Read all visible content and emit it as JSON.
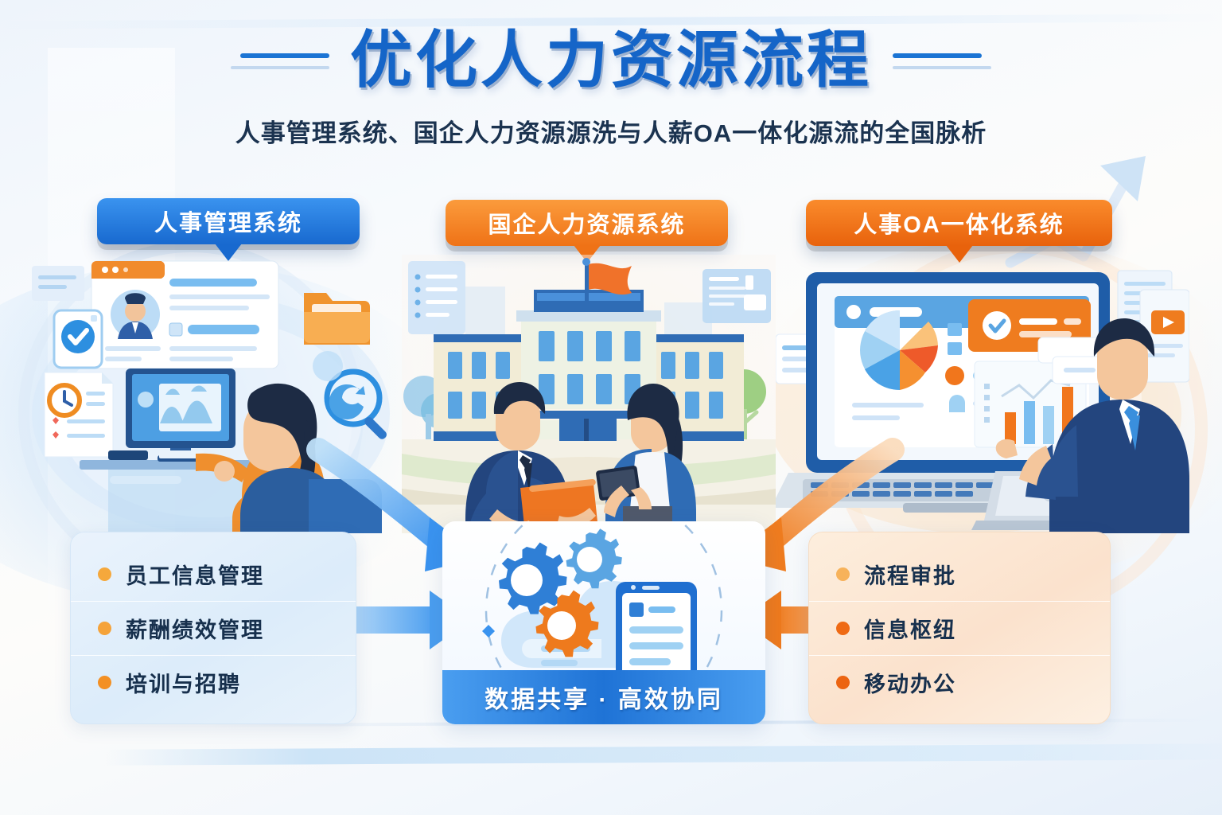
{
  "header": {
    "title": "优化人力资源流程",
    "subtitle": "人事管理系统、国企人力资源源洗与人薪OA一体化源流的全国脉析"
  },
  "badges": [
    {
      "id": "hr",
      "label": "人事管理系统",
      "color": "#1869cf"
    },
    {
      "id": "soe",
      "label": "国企人力资源系统",
      "color": "#ef7216"
    },
    {
      "id": "oa",
      "label": "人事OA一体化系统",
      "color": "#e8620c"
    }
  ],
  "left_card": {
    "items": [
      {
        "label": "员工信息管理",
        "dot": "#f5a83c"
      },
      {
        "label": "薪酬绩效管理",
        "dot": "#f5a33a"
      },
      {
        "label": "培训与招聘",
        "dot": "#f39024"
      }
    ]
  },
  "right_card": {
    "items": [
      {
        "label": "流程审批",
        "dot": "#f7b25a"
      },
      {
        "label": "信息枢纽",
        "dot": "#ef6a14"
      },
      {
        "label": "移动办公",
        "dot": "#ec6411"
      }
    ]
  },
  "hub": {
    "caption": "数据共享 · 高效协同"
  },
  "icons": {
    "gear_blue": "gear-icon",
    "gear_light_blue": "gear-icon",
    "gear_orange": "gear-icon",
    "document": "document-icon",
    "cloud": "cloud-icon",
    "flag": "flag-icon",
    "magnifier": "magnifier-icon",
    "folder": "folder-icon",
    "check_badge": "check-badge-icon",
    "clock_doc": "clock-document-icon",
    "pie_chart": "pie-chart-icon",
    "bar_chart": "bar-chart-icon",
    "play_button": "play-button-icon",
    "trend_arrow": "trending-up-arrow-icon",
    "arrow_left_to_hub": "curved-arrow-down-right-icon",
    "arrow_right_to_hub": "curved-arrow-down-left-icon",
    "arrow_straight_left": "arrow-right-icon",
    "arrow_straight_right": "arrow-left-icon"
  },
  "colors": {
    "brand_blue": "#1565c8",
    "accent_orange": "#ef7216",
    "title_text": "#1565c8",
    "subtitle_text": "#1b3350",
    "bullet_text": "#17304d"
  }
}
